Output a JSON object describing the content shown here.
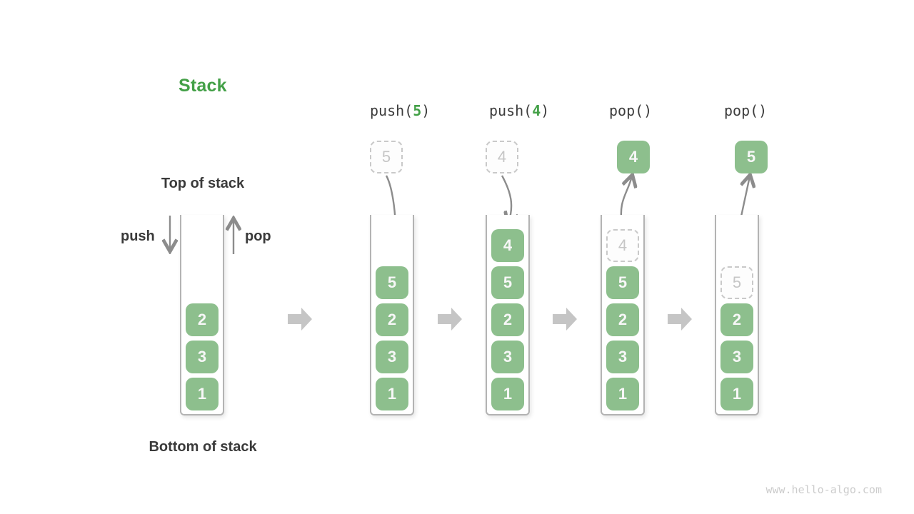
{
  "title": "Stack",
  "labels": {
    "top_of_stack": "Top of stack",
    "bottom_of_stack": "Bottom of stack",
    "push": "push",
    "pop": "pop"
  },
  "watermark": "www.hello-algo.com",
  "colors": {
    "box_green": "#8dbf8d",
    "accent_green": "#43a047",
    "text_dark": "#3a3a3a",
    "box_text": "#f7f7f7",
    "ghost_border": "#c9c9c9",
    "ghost_text": "#c6c6c6",
    "arrow_gray": "#8c8c8c",
    "flow_arrow_gray": "#c5c5c5",
    "wall_gray": "#b3b3b3",
    "watermark_gray": "#cccccc"
  },
  "main_stack": {
    "items": [
      {
        "value": "2"
      },
      {
        "value": "3"
      },
      {
        "value": "1"
      }
    ]
  },
  "operations": [
    {
      "name": "push-5",
      "label": {
        "prefix": "push(",
        "arg": "5",
        "suffix": ")"
      },
      "floating": {
        "value": "5",
        "style": "ghost"
      },
      "arrow": "push",
      "stack": [
        {
          "value": "5"
        },
        {
          "value": "2"
        },
        {
          "value": "3"
        },
        {
          "value": "1"
        }
      ]
    },
    {
      "name": "push-4",
      "label": {
        "prefix": "push(",
        "arg": "4",
        "suffix": ")"
      },
      "floating": {
        "value": "4",
        "style": "ghost"
      },
      "arrow": "push",
      "stack": [
        {
          "value": "4"
        },
        {
          "value": "5"
        },
        {
          "value": "2"
        },
        {
          "value": "3"
        },
        {
          "value": "1"
        }
      ]
    },
    {
      "name": "pop-4",
      "label": {
        "prefix": "pop(",
        "arg": "",
        "suffix": ")"
      },
      "floating": {
        "value": "4",
        "style": "solid"
      },
      "arrow": "pop",
      "stack": [
        {
          "value": "4",
          "ghost": true
        },
        {
          "value": "5"
        },
        {
          "value": "2"
        },
        {
          "value": "3"
        },
        {
          "value": "1"
        }
      ]
    },
    {
      "name": "pop-5",
      "label": {
        "prefix": "pop(",
        "arg": "",
        "suffix": ")"
      },
      "floating": {
        "value": "5",
        "style": "solid"
      },
      "arrow": "pop",
      "stack": [
        {
          "value": "5",
          "ghost": true
        },
        {
          "value": "2"
        },
        {
          "value": "3"
        },
        {
          "value": "1"
        }
      ]
    }
  ]
}
